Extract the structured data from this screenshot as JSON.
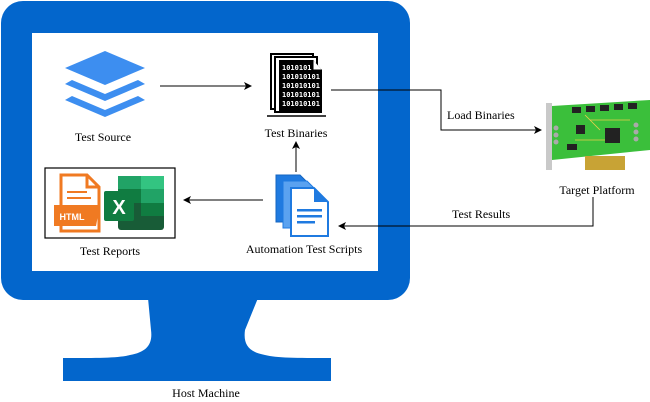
{
  "diagram": {
    "title": "Host Machine",
    "nodes": {
      "test_source": {
        "label": "Test Source",
        "icon": "layers-icon"
      },
      "test_binaries": {
        "label": "Test Binaries",
        "icon": "binary-files-icon",
        "binary_lines": [
          "1010101",
          "101010101",
          "101010101",
          "101010101",
          "101010101"
        ]
      },
      "automation_scripts": {
        "label": "Automation Test Scripts",
        "icon": "documents-icon"
      },
      "test_reports": {
        "label": "Test Reports",
        "icons": [
          "html-file-icon",
          "excel-icon"
        ],
        "html_badge": "HTML",
        "excel_letter": "X"
      },
      "target_platform": {
        "label": "Target Platform",
        "icon": "circuit-board-icon"
      }
    },
    "edges": [
      {
        "from": "Test Source",
        "to": "Test Binaries",
        "label": ""
      },
      {
        "from": "Test Binaries",
        "to": "Target Platform",
        "label": "Load Binaries"
      },
      {
        "from": "Target Platform",
        "to": "Automation Test Scripts",
        "label": "Test Results"
      },
      {
        "from": "Automation Test Scripts",
        "to": "Test Binaries",
        "label": ""
      },
      {
        "from": "Automation Test Scripts",
        "to": "Test Reports",
        "label": ""
      }
    ],
    "colors": {
      "monitor": "#0366cc",
      "layers": "#3d8ef0",
      "docs": "#1f7ae0",
      "html": "#f07a22",
      "excel_dark": "#107c41",
      "excel_light": "#33c481",
      "board": "#3bbf3b"
    }
  }
}
